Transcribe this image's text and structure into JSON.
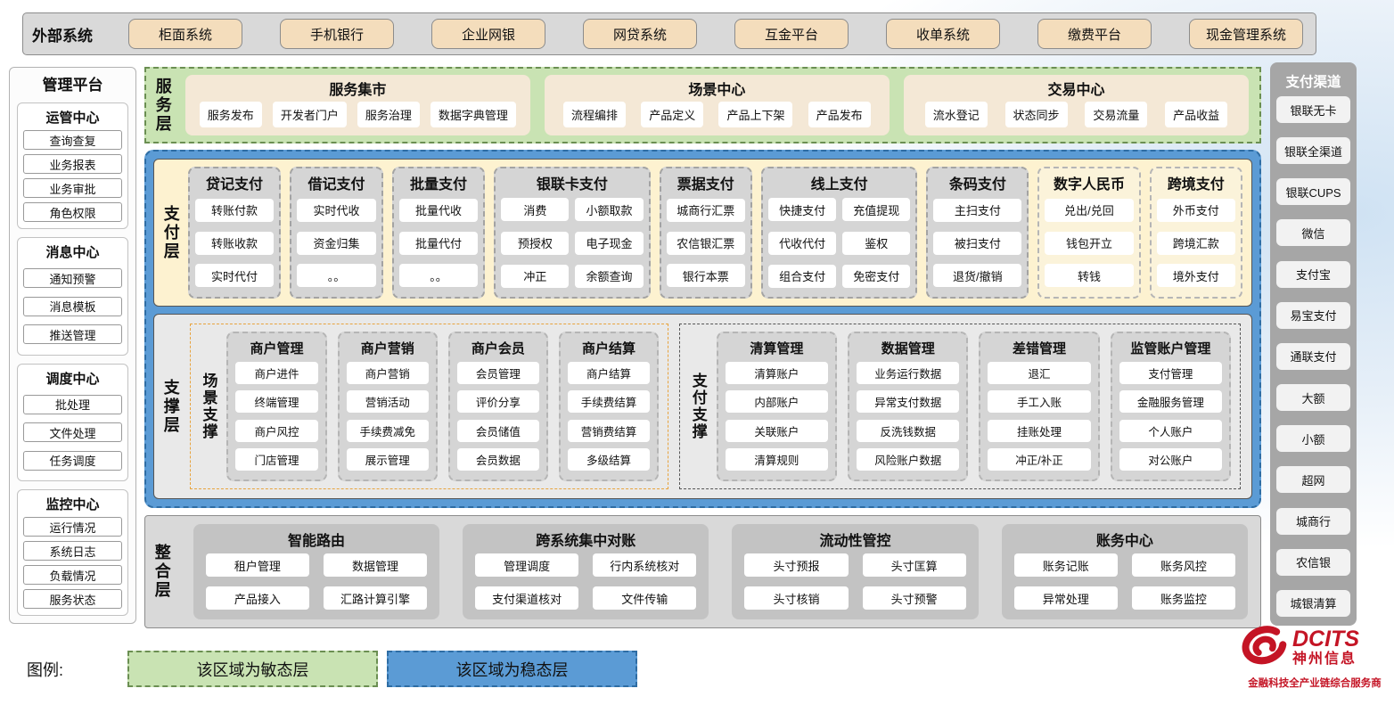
{
  "colors": {
    "stable_blue": "#5b9bd5",
    "agile_green": "#c9e3b3",
    "cream_panel": "#fdf2d0",
    "tan_button": "#f4ddbc",
    "gray_bar": "#d9d9d9",
    "group_gray": "#d5d5d5",
    "channel_gray": "#a6a6a6",
    "orange_border": "#e8a33d",
    "logo_red": "#c41425"
  },
  "external_systems": {
    "title": "外部系统",
    "items": [
      "柜面系统",
      "手机银行",
      "企业网银",
      "网贷系统",
      "互金平台",
      "收单系统",
      "缴费平台",
      "现金管理系统"
    ]
  },
  "management_platform": {
    "title": "管理平台",
    "sections": [
      {
        "title": "运管中心",
        "items": [
          "查询查复",
          "业务报表",
          "业务审批",
          "角色权限"
        ]
      },
      {
        "title": "消息中心",
        "items": [
          "通知预警",
          "消息模板",
          "推送管理"
        ]
      },
      {
        "title": "调度中心",
        "items": [
          "批处理",
          "文件处理",
          "任务调度"
        ]
      },
      {
        "title": "监控中心",
        "items": [
          "运行情况",
          "系统日志",
          "负载情况",
          "服务状态"
        ]
      }
    ]
  },
  "service_layer": {
    "label": "服务层",
    "groups": [
      {
        "title": "服务集市",
        "items": [
          "服务发布",
          "开发者门户",
          "服务治理",
          "数据字典管理"
        ]
      },
      {
        "title": "场景中心",
        "items": [
          "流程编排",
          "产品定义",
          "产品上下架",
          "产品发布"
        ]
      },
      {
        "title": "交易中心",
        "items": [
          "流水登记",
          "状态同步",
          "交易流量",
          "产品收益"
        ]
      }
    ]
  },
  "payment_layer": {
    "label": "支付层",
    "groups": [
      {
        "title": "贷记支付",
        "items": [
          "转账付款",
          "转账收款",
          "实时代付"
        ]
      },
      {
        "title": "借记支付",
        "items": [
          "实时代收",
          "资金归集",
          "。。"
        ]
      },
      {
        "title": "批量支付",
        "items": [
          "批量代收",
          "批量代付",
          "。。"
        ]
      },
      {
        "title": "银联卡支付",
        "items": [
          "消费",
          "小额取款",
          "预授权",
          "电子现金",
          "冲正",
          "余额查询"
        ]
      },
      {
        "title": "票据支付",
        "items": [
          "城商行汇票",
          "农信银汇票",
          "银行本票"
        ]
      },
      {
        "title": "线上支付",
        "items": [
          "快捷支付",
          "充值提现",
          "代收代付",
          "鉴权",
          "组合支付",
          "免密支付"
        ]
      },
      {
        "title": "条码支付",
        "items": [
          "主扫支付",
          "被扫支付",
          "退货/撤销"
        ]
      },
      {
        "title": "数字人民币",
        "items": [
          "兑出/兑回",
          "钱包开立",
          "转钱"
        ]
      },
      {
        "title": "跨境支付",
        "items": [
          "外币支付",
          "跨境汇款",
          "境外支付"
        ]
      }
    ]
  },
  "support_layer": {
    "label": "支撑层",
    "groups": [
      {
        "label": "场景支撑",
        "columns": [
          {
            "title": "商户管理",
            "items": [
              "商户进件",
              "终端管理",
              "商户风控",
              "门店管理"
            ]
          },
          {
            "title": "商户营销",
            "items": [
              "商户营销",
              "营销活动",
              "手续费减免",
              "展示管理"
            ]
          },
          {
            "title": "商户会员",
            "items": [
              "会员管理",
              "评价分享",
              "会员储值",
              "会员数据"
            ]
          },
          {
            "title": "商户结算",
            "items": [
              "商户结算",
              "手续费结算",
              "营销费结算",
              "多级结算"
            ]
          }
        ]
      },
      {
        "label": "支付支撑",
        "columns": [
          {
            "title": "清算管理",
            "items": [
              "清算账户",
              "内部账户",
              "关联账户",
              "清算规则"
            ]
          },
          {
            "title": "数据管理",
            "items": [
              "业务运行数据",
              "异常支付数据",
              "反洗钱数据",
              "风险账户数据"
            ]
          },
          {
            "title": "差错管理",
            "items": [
              "退汇",
              "手工入账",
              "挂账处理",
              "冲正/补正"
            ]
          },
          {
            "title": "监管账户管理",
            "items": [
              "支付管理",
              "金融服务管理",
              "个人账户",
              "对公账户"
            ]
          }
        ]
      }
    ]
  },
  "integration_layer": {
    "label": "整合层",
    "groups": [
      {
        "title": "智能路由",
        "items": [
          "租户管理",
          "数据管理",
          "产品接入",
          "汇路计算引擎"
        ]
      },
      {
        "title": "跨系统集中对账",
        "items": [
          "管理调度",
          "行内系统核对",
          "支付渠道核对",
          "文件传输"
        ]
      },
      {
        "title": "流动性管控",
        "items": [
          "头寸预报",
          "头寸匡算",
          "头寸核销",
          "头寸预警"
        ]
      },
      {
        "title": "账务中心",
        "items": [
          "账务记账",
          "账务风控",
          "异常处理",
          "账务监控"
        ]
      }
    ]
  },
  "payment_channels": {
    "title": "支付渠道",
    "items": [
      "银联无卡",
      "银联全渠道",
      "银联CUPS",
      "微信",
      "支付宝",
      "易宝支付",
      "通联支付",
      "大额",
      "小额",
      "超网",
      "城商行",
      "农信银",
      "城银清算"
    ]
  },
  "legend": {
    "label": "图例:",
    "items": [
      {
        "label": "该区域为敏态层",
        "color": "#c9e3b3"
      },
      {
        "label": "该区域为稳态层",
        "color": "#5b9bd5"
      }
    ]
  },
  "logo": {
    "brand": "DCITS",
    "company": "神州信息",
    "tagline": "金融科技全产业链综合服务商"
  }
}
